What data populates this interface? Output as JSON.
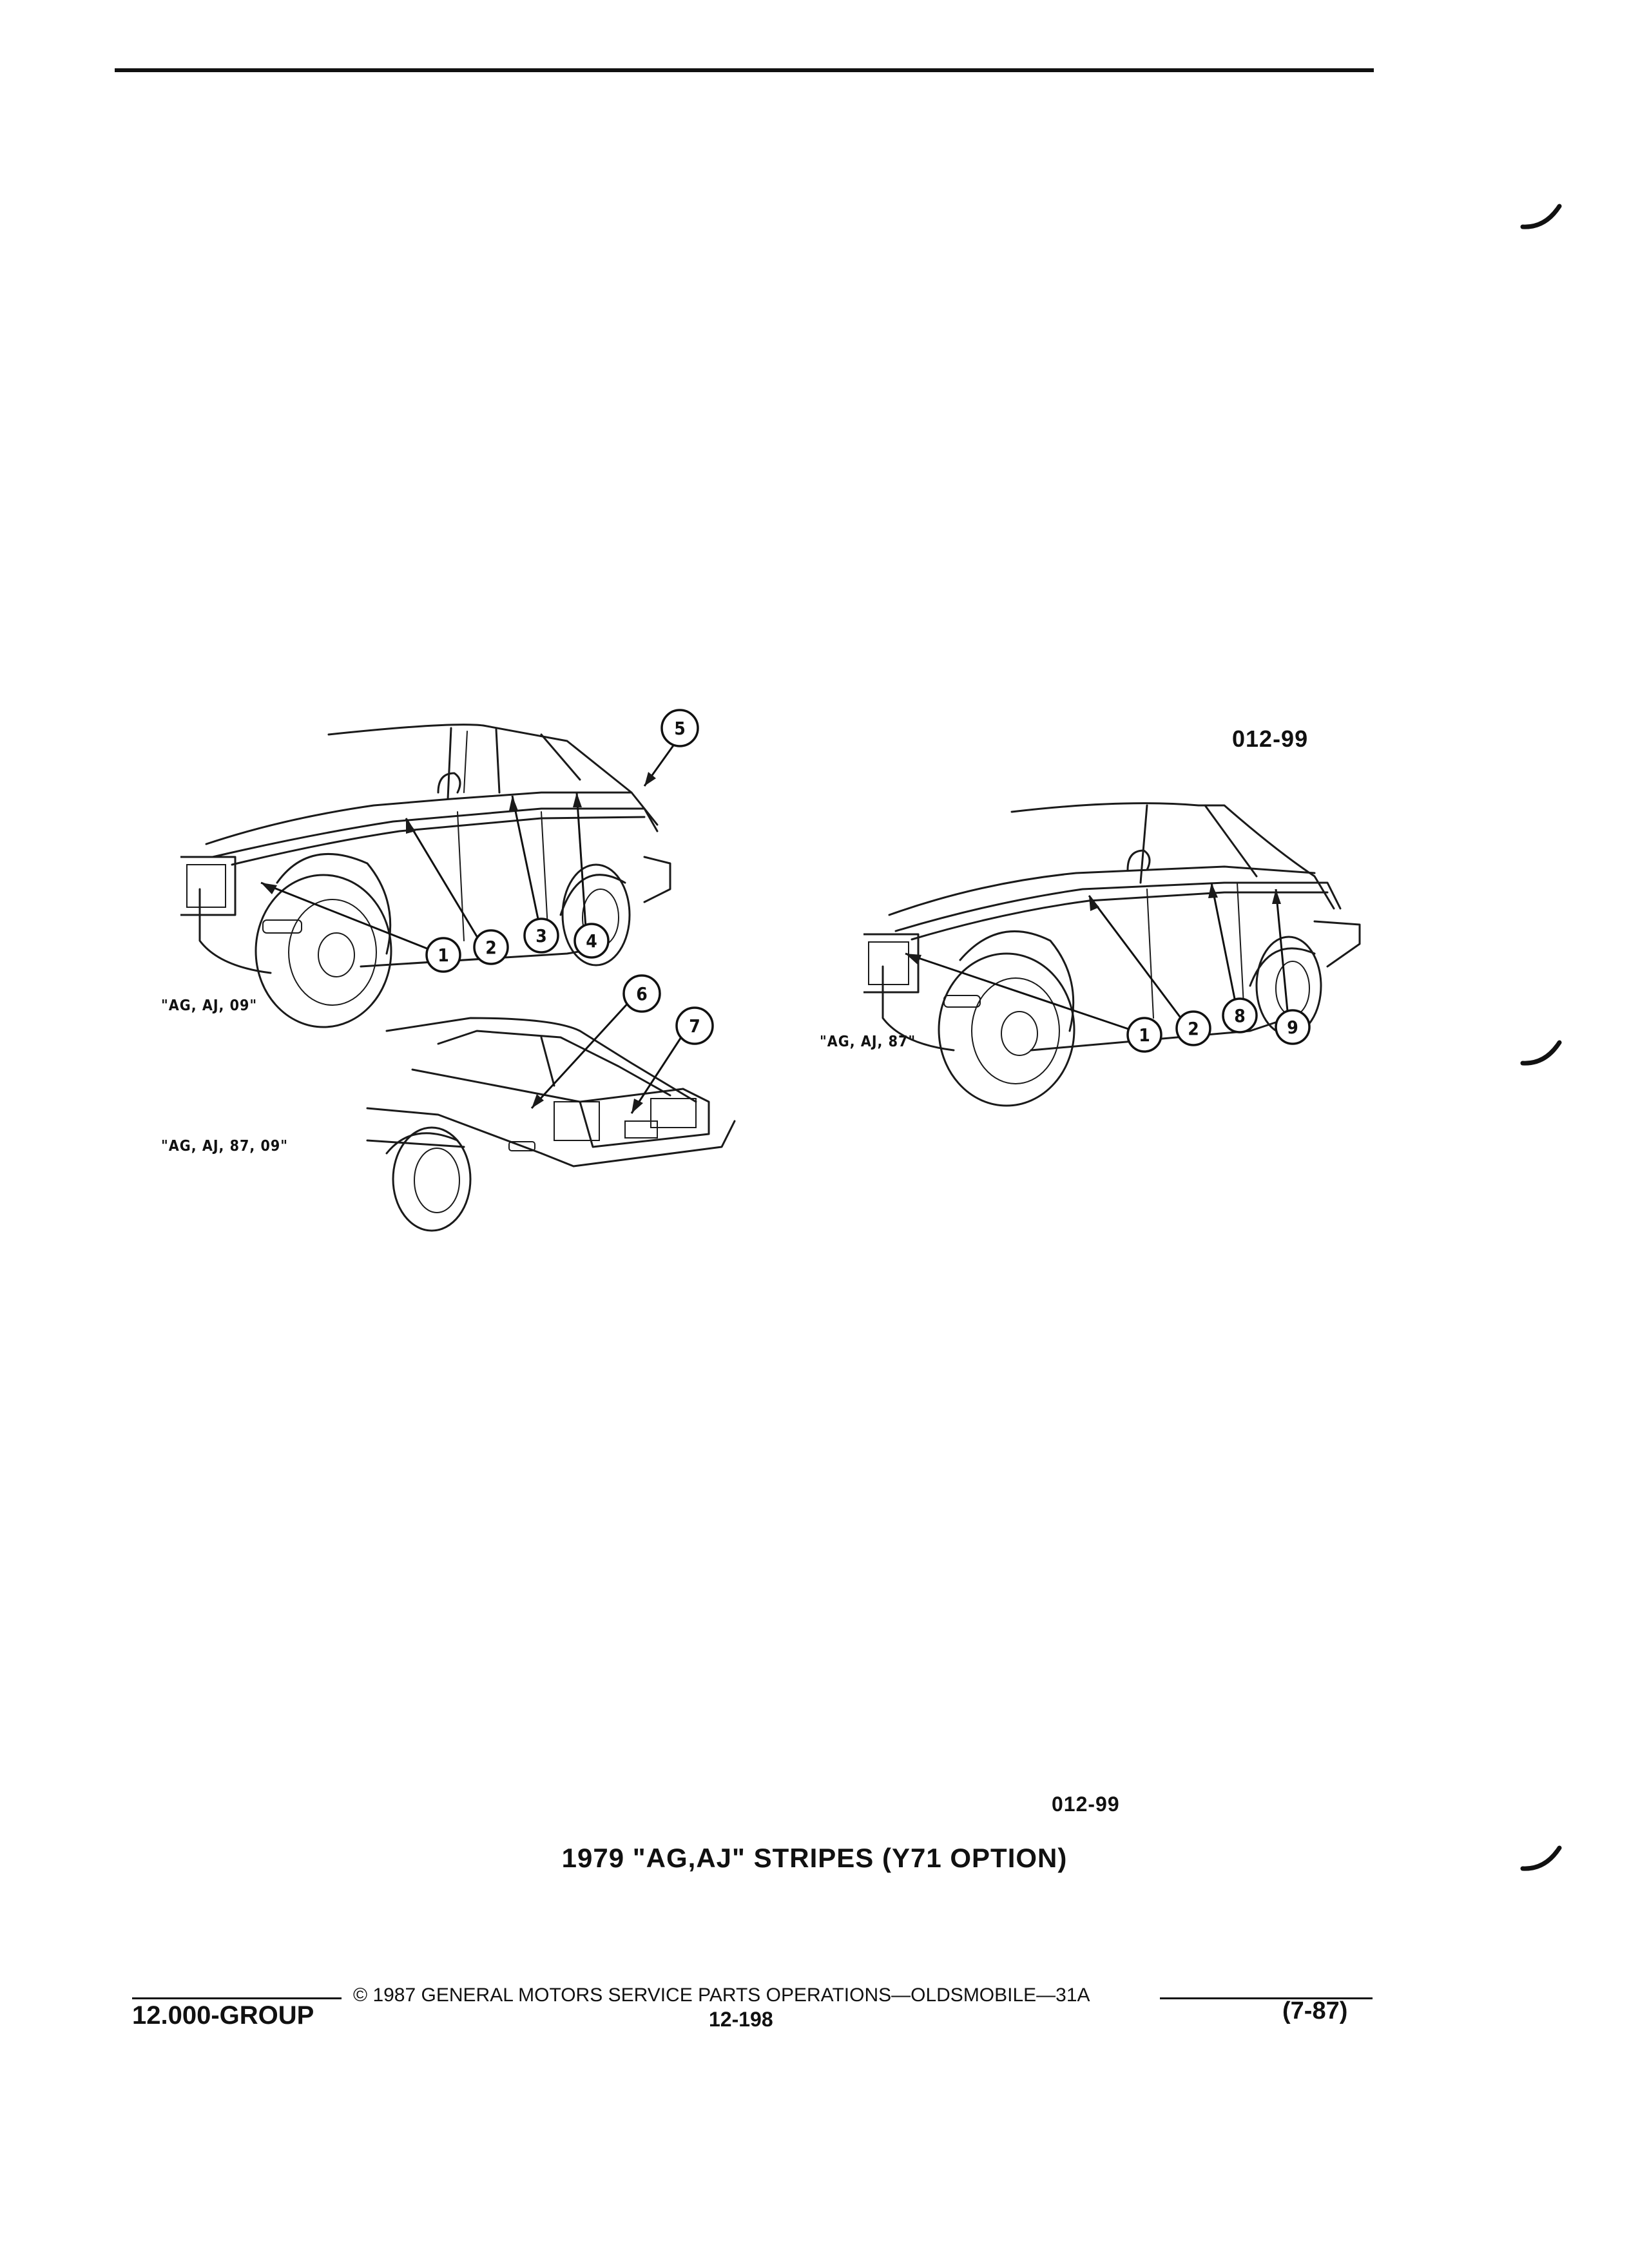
{
  "figure_code_top": "012-99",
  "figure_code_bottom": "012-99",
  "variants": {
    "upper_left": "\"AG, AJ, 09\"",
    "lower_left": "\"AG, AJ, 87, 09\"",
    "right": "\"AG, AJ, 87\""
  },
  "callouts": {
    "c1": "1",
    "c2": "2",
    "c3": "3",
    "c4": "4",
    "c5": "5",
    "c6": "6",
    "c7": "7",
    "c8": "8",
    "c9": "9"
  },
  "caption": "1979 \"AG,AJ\" STRIPES (Y71 OPTION)",
  "footer": {
    "copyright": "© 1987 GENERAL MOTORS SERVICE PARTS OPERATIONS—OLDSMOBILE—31A",
    "group": "12.000-GROUP",
    "page_number": "12-198",
    "revision": "(7-87)"
  }
}
